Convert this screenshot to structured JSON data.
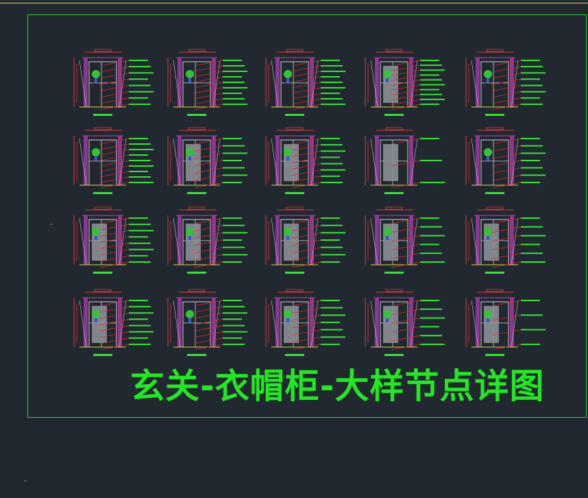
{
  "drawing": {
    "title": "玄关-衣帽柜-大样节点详图"
  },
  "colors": {
    "background": "#212830",
    "frame": "#2fd12f",
    "top_rule": "#d8d83a",
    "title": "#22e822",
    "annotation": "#33e633",
    "leader": "#e2262c",
    "wall": "#a03aa6",
    "cabinet": "#cfd2d6",
    "panel_fill": "#8a8f96",
    "plant": "#36c236",
    "dimension": "#e23a3a"
  },
  "elevations": [
    {
      "row": 0,
      "col": 0,
      "plant": true,
      "panel": false,
      "leaders": 8
    },
    {
      "row": 0,
      "col": 1,
      "plant": true,
      "panel": false,
      "leaders": 9
    },
    {
      "row": 0,
      "col": 2,
      "plant": true,
      "panel": false,
      "leaders": 9
    },
    {
      "row": 0,
      "col": 3,
      "plant": true,
      "panel": true,
      "leaders": 10
    },
    {
      "row": 0,
      "col": 4,
      "plant": true,
      "panel": false,
      "leaders": 8
    },
    {
      "row": 1,
      "col": 0,
      "plant": true,
      "panel": false,
      "leaders": 9
    },
    {
      "row": 1,
      "col": 1,
      "plant": true,
      "panel": true,
      "leaders": 7
    },
    {
      "row": 1,
      "col": 2,
      "plant": true,
      "panel": true,
      "leaders": 8
    },
    {
      "row": 1,
      "col": 3,
      "plant": false,
      "panel": true,
      "leaders": 3
    },
    {
      "row": 1,
      "col": 4,
      "plant": true,
      "panel": false,
      "leaders": 7
    },
    {
      "row": 2,
      "col": 0,
      "plant": true,
      "panel": true,
      "leaders": 8
    },
    {
      "row": 2,
      "col": 1,
      "plant": true,
      "panel": true,
      "leaders": 7
    },
    {
      "row": 2,
      "col": 2,
      "plant": true,
      "panel": true,
      "leaders": 7
    },
    {
      "row": 2,
      "col": 3,
      "plant": true,
      "panel": true,
      "leaders": 6
    },
    {
      "row": 2,
      "col": 4,
      "plant": true,
      "panel": true,
      "leaders": 6
    },
    {
      "row": 3,
      "col": 0,
      "plant": true,
      "panel": true,
      "leaders": 8
    },
    {
      "row": 3,
      "col": 1,
      "plant": true,
      "panel": false,
      "leaders": 8
    },
    {
      "row": 3,
      "col": 2,
      "plant": true,
      "panel": true,
      "leaders": 7
    },
    {
      "row": 3,
      "col": 3,
      "plant": true,
      "panel": true,
      "leaders": 6
    },
    {
      "row": 3,
      "col": 4,
      "plant": true,
      "panel": true,
      "leaders": 4
    }
  ]
}
